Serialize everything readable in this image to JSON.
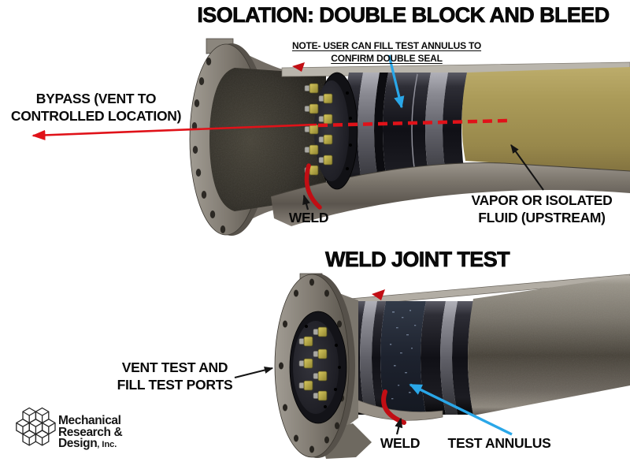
{
  "top_diagram": {
    "title": "ISOLATION: DOUBLE BLOCK AND BLEED",
    "note_line1": "NOTE- USER CAN FILL TEST ANNULUS TO",
    "note_line2": "CONFIRM DOUBLE SEAL",
    "bypass_line1": "BYPASS (VENT TO",
    "bypass_line2": "CONTROLLED LOCATION)",
    "weld_label": "WELD",
    "vapor_line1": "VAPOR OR ISOLATED",
    "vapor_line2": "FLUID (UPSTREAM)"
  },
  "bottom_diagram": {
    "title": "WELD JOINT TEST",
    "vent_line1": "VENT TEST AND",
    "vent_line2": "FILL TEST PORTS",
    "weld_label": "WELD",
    "test_annulus_label": "TEST ANNULUS"
  },
  "logo": {
    "line1": "Mechanical",
    "line2": "Research &",
    "line3": "Design",
    "suffix": ", Inc."
  },
  "colors": {
    "bg": "#ffffff",
    "text": "#0a0a0a",
    "arrow_red": "#e01219",
    "weld_red": "#c10e14",
    "arrow_blue": "#2aa7e8",
    "arrow_black": "#141414",
    "fluid_tan": "#a3934f",
    "pipe_gray": "#6e6860",
    "plug_black": "#17171b",
    "bolt_yellow": "#bfb14a"
  }
}
